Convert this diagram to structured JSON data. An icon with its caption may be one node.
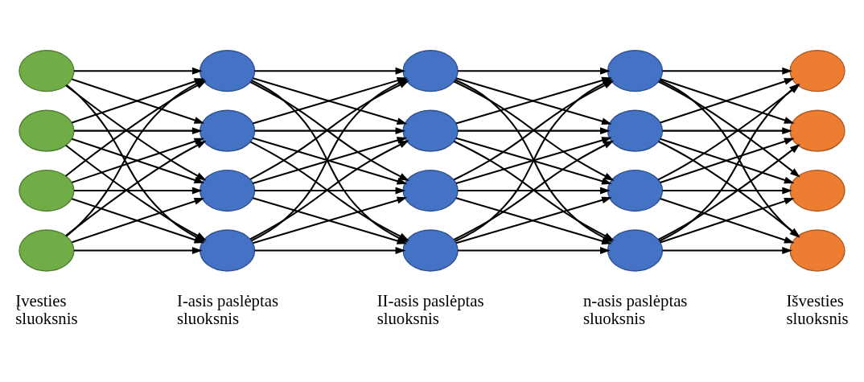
{
  "diagram": {
    "nodes": [
      {
        "text": [],
        "shape": "circle"
      },
      {
        "text": [],
        "shape": "circle"
      },
      {
        "text": [],
        "shape": "circle"
      },
      {
        "text": [],
        "shape": "circle"
      },
      {
        "text": [],
        "shape": "circle"
      },
      {
        "text": [],
        "shape": "circle"
      },
      {
        "text": [],
        "shape": "circle"
      },
      {
        "text": [],
        "shape": "circle"
      },
      {
        "text": [],
        "shape": "circle"
      },
      {
        "text": [],
        "shape": "circle"
      },
      {
        "text": [],
        "shape": "circle"
      },
      {
        "text": [],
        "shape": "circle"
      },
      {
        "text": [],
        "shape": "circle"
      },
      {
        "text": [],
        "shape": "circle"
      },
      {
        "text": [],
        "shape": "circle"
      },
      {
        "text": [],
        "shape": "circle"
      },
      {
        "text": [],
        "shape": "circle"
      },
      {
        "text": [],
        "shape": "circle"
      },
      {
        "text": [],
        "shape": "circle"
      },
      {
        "text": [],
        "shape": "circle"
      }
    ],
    "edges": [
      {
        "from": 0,
        "to": 4,
        "arrow": "to"
      },
      {
        "from": 0,
        "to": 5,
        "arrow": "to"
      },
      {
        "from": 0,
        "to": 6,
        "arrow": "to"
      },
      {
        "from": 0,
        "to": 7,
        "arrow": "to"
      },
      {
        "from": 1,
        "to": 4,
        "arrow": "to"
      },
      {
        "from": 1,
        "to": 5,
        "arrow": "to"
      },
      {
        "from": 1,
        "to": 6,
        "arrow": "to"
      },
      {
        "from": 1,
        "to": 7,
        "arrow": "to"
      },
      {
        "from": 2,
        "to": 4,
        "arrow": "to"
      },
      {
        "from": 2,
        "to": 5,
        "arrow": "to"
      },
      {
        "from": 2,
        "to": 6,
        "arrow": "to"
      },
      {
        "from": 2,
        "to": 7,
        "arrow": "to"
      },
      {
        "from": 3,
        "to": 4,
        "arrow": "to"
      },
      {
        "from": 3,
        "to": 5,
        "arrow": "to"
      },
      {
        "from": 3,
        "to": 6,
        "arrow": "to"
      },
      {
        "from": 3,
        "to": 7,
        "arrow": "to"
      },
      {
        "from": 4,
        "to": 8,
        "arrow": "to"
      },
      {
        "from": 4,
        "to": 9,
        "arrow": "to"
      },
      {
        "from": 4,
        "to": 10,
        "arrow": "to"
      },
      {
        "from": 4,
        "to": 11,
        "arrow": "to"
      },
      {
        "from": 5,
        "to": 8,
        "arrow": "to"
      },
      {
        "from": 5,
        "to": 9,
        "arrow": "to"
      },
      {
        "from": 5,
        "to": 10,
        "arrow": "to"
      },
      {
        "from": 5,
        "to": 11,
        "arrow": "to"
      },
      {
        "from": 6,
        "to": 8,
        "arrow": "to"
      },
      {
        "from": 6,
        "to": 9,
        "arrow": "to"
      },
      {
        "from": 6,
        "to": 10,
        "arrow": "to"
      },
      {
        "from": 6,
        "to": 11,
        "arrow": "to"
      },
      {
        "from": 7,
        "to": 8,
        "arrow": "to"
      },
      {
        "from": 7,
        "to": 9,
        "arrow": "to"
      },
      {
        "from": 7,
        "to": 10,
        "arrow": "to"
      },
      {
        "from": 7,
        "to": 11,
        "arrow": "to"
      },
      {
        "from": 8,
        "to": 12,
        "arrow": "to"
      },
      {
        "from": 8,
        "to": 13,
        "arrow": "to"
      },
      {
        "from": 8,
        "to": 14,
        "arrow": "to"
      },
      {
        "from": 8,
        "to": 15,
        "arrow": "to"
      },
      {
        "from": 9,
        "to": 12,
        "arrow": "to"
      },
      {
        "from": 9,
        "to": 13,
        "arrow": "to"
      },
      {
        "from": 9,
        "to": 14,
        "arrow": "to"
      },
      {
        "from": 9,
        "to": 15,
        "arrow": "to"
      },
      {
        "from": 10,
        "to": 12,
        "arrow": "to"
      },
      {
        "from": 10,
        "to": 13,
        "arrow": "to"
      },
      {
        "from": 10,
        "to": 14,
        "arrow": "to"
      },
      {
        "from": 10,
        "to": 15,
        "arrow": "to"
      },
      {
        "from": 11,
        "to": 12,
        "arrow": "to"
      },
      {
        "from": 11,
        "to": 13,
        "arrow": "to"
      },
      {
        "from": 11,
        "to": 14,
        "arrow": "to"
      },
      {
        "from": 11,
        "to": 15,
        "arrow": "to"
      },
      {
        "from": 12,
        "to": 16,
        "arrow": "to"
      },
      {
        "from": 12,
        "to": 17,
        "arrow": "to"
      },
      {
        "from": 12,
        "to": 18,
        "arrow": "to"
      },
      {
        "from": 12,
        "to": 19,
        "arrow": "to"
      },
      {
        "from": 13,
        "to": 16,
        "arrow": "to"
      },
      {
        "from": 13,
        "to": 17,
        "arrow": "to"
      },
      {
        "from": 13,
        "to": 18,
        "arrow": "to"
      },
      {
        "from": 13,
        "to": 19,
        "arrow": "to"
      },
      {
        "from": 14,
        "to": 16,
        "arrow": "to"
      },
      {
        "from": 14,
        "to": 17,
        "arrow": "to"
      },
      {
        "from": 14,
        "to": 18,
        "arrow": "to"
      },
      {
        "from": 14,
        "to": 19,
        "arrow": "to"
      },
      {
        "from": 15,
        "to": 16,
        "arrow": "to"
      },
      {
        "from": 15,
        "to": 17,
        "arrow": "to"
      },
      {
        "from": 15,
        "to": 18,
        "arrow": "to"
      },
      {
        "from": 15,
        "to": 19,
        "arrow": "to"
      }
    ],
    "labels": [
      "Įvesties sluoksnis",
      "I-asis paslėptas sluoksnis",
      "II-asis paslėptas sluoksnis",
      "n-asis paslėptas sluoksnis",
      "Išvesties sluoksnis"
    ]
  }
}
